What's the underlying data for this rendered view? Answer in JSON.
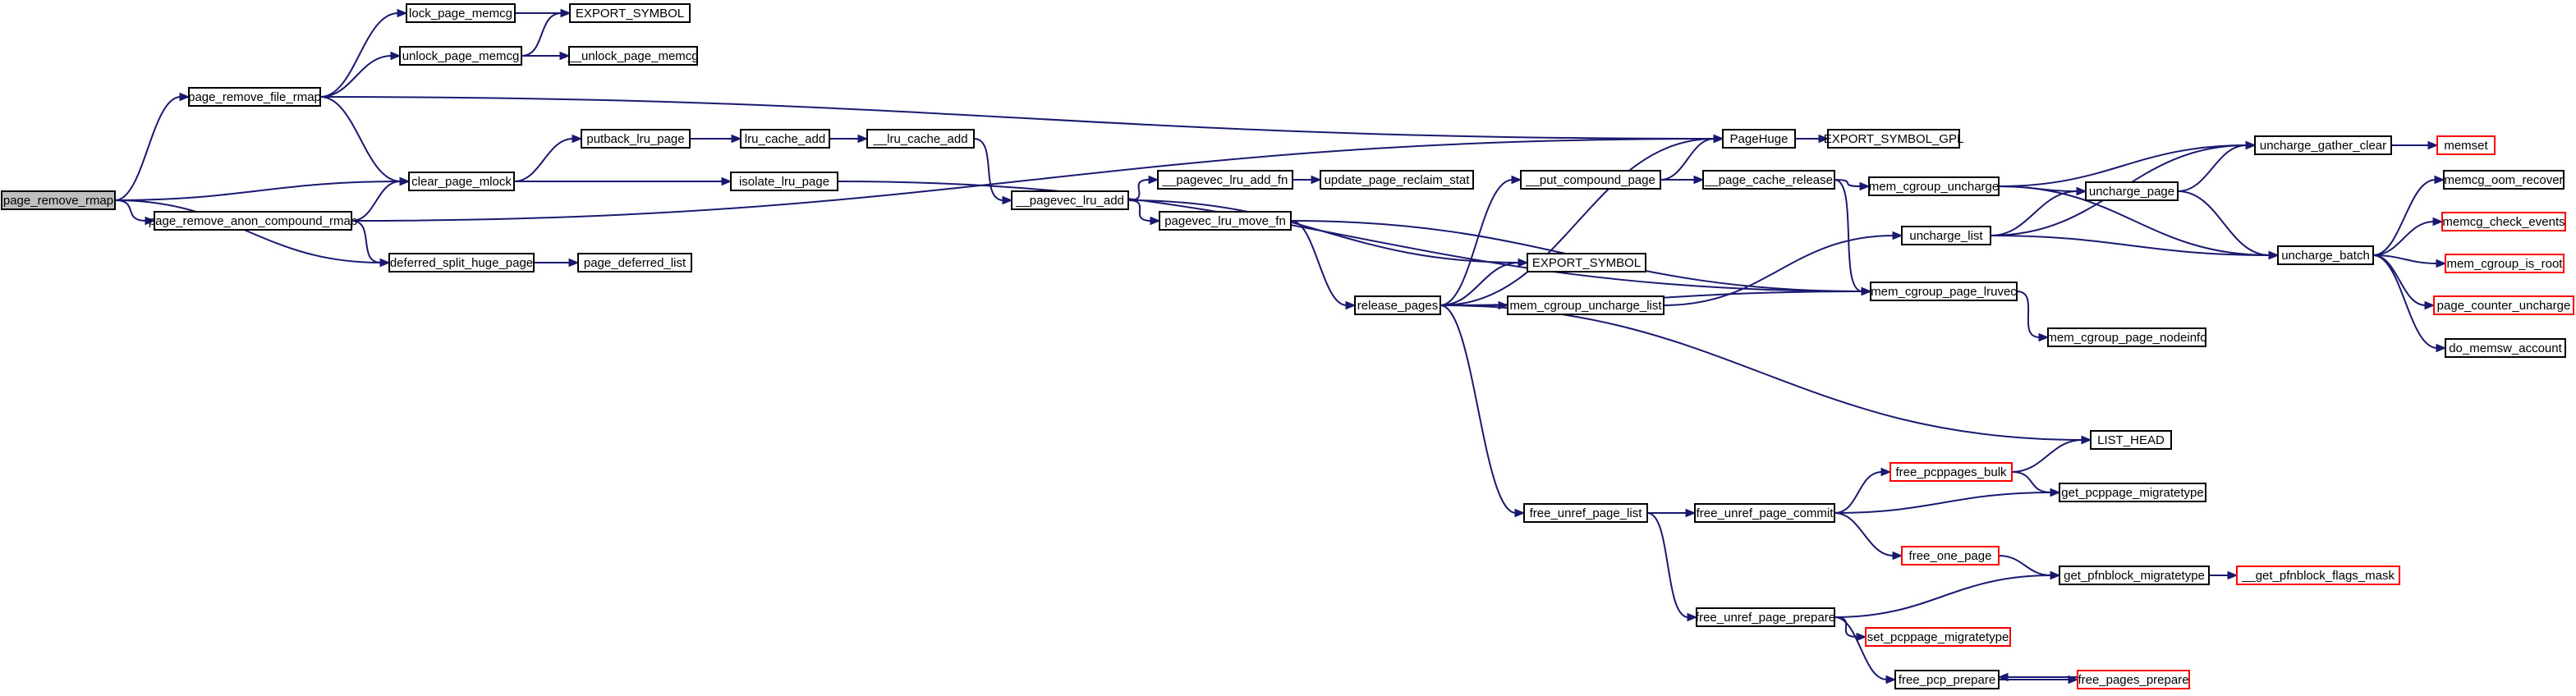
{
  "colors": {
    "edge": "#191970",
    "node_border": "#000000",
    "node_border_truncated": "#ff0000",
    "node_fill": "#ffffff",
    "root_fill": "#bfbfbf",
    "text": "#000000"
  },
  "nodes": [
    {
      "id": "page_remove_rmap",
      "label": "page_remove_rmap",
      "kind": "root"
    },
    {
      "id": "page_remove_file_rmap",
      "label": "page_remove_file_rmap",
      "kind": "normal"
    },
    {
      "id": "page_remove_anon_compound_rmap",
      "label": "page_remove_anon_compound_rmap",
      "kind": "normal"
    },
    {
      "id": "lock_page_memcg",
      "label": "lock_page_memcg",
      "kind": "normal"
    },
    {
      "id": "unlock_page_memcg",
      "label": "unlock_page_memcg",
      "kind": "normal"
    },
    {
      "id": "clear_page_mlock",
      "label": "clear_page_mlock",
      "kind": "normal"
    },
    {
      "id": "deferred_split_huge_page",
      "label": "deferred_split_huge_page",
      "kind": "normal"
    },
    {
      "id": "EXPORT_SYMBOL_top",
      "label": "EXPORT_SYMBOL",
      "kind": "normal"
    },
    {
      "id": "__unlock_page_memcg",
      "label": "__unlock_page_memcg",
      "kind": "normal"
    },
    {
      "id": "putback_lru_page",
      "label": "putback_lru_page",
      "kind": "normal"
    },
    {
      "id": "isolate_lru_page",
      "label": "isolate_lru_page",
      "kind": "normal"
    },
    {
      "id": "page_deferred_list",
      "label": "page_deferred_list",
      "kind": "normal"
    },
    {
      "id": "lru_cache_add",
      "label": "lru_cache_add",
      "kind": "normal"
    },
    {
      "id": "__lru_cache_add",
      "label": "__lru_cache_add",
      "kind": "normal"
    },
    {
      "id": "__pagevec_lru_add",
      "label": "__pagevec_lru_add",
      "kind": "normal"
    },
    {
      "id": "__pagevec_lru_add_fn",
      "label": "__pagevec_lru_add_fn",
      "kind": "normal"
    },
    {
      "id": "pagevec_lru_move_fn",
      "label": "pagevec_lru_move_fn",
      "kind": "normal"
    },
    {
      "id": "update_page_reclaim_stat",
      "label": "update_page_reclaim_stat",
      "kind": "normal"
    },
    {
      "id": "release_pages",
      "label": "release_pages",
      "kind": "normal"
    },
    {
      "id": "__put_compound_page",
      "label": "__put_compound_page",
      "kind": "normal"
    },
    {
      "id": "EXPORT_SYMBOL_mid",
      "label": "EXPORT_SYMBOL",
      "kind": "normal"
    },
    {
      "id": "mem_cgroup_uncharge_list",
      "label": "mem_cgroup_uncharge_list",
      "kind": "normal"
    },
    {
      "id": "free_unref_page_list",
      "label": "free_unref_page_list",
      "kind": "normal"
    },
    {
      "id": "PageHuge",
      "label": "PageHuge",
      "kind": "normal"
    },
    {
      "id": "__page_cache_release",
      "label": "__page_cache_release",
      "kind": "normal"
    },
    {
      "id": "EXPORT_SYMBOL_GPL",
      "label": "EXPORT_SYMBOL_GPL",
      "kind": "normal"
    },
    {
      "id": "mem_cgroup_uncharge",
      "label": "mem_cgroup_uncharge",
      "kind": "normal"
    },
    {
      "id": "uncharge_list",
      "label": "uncharge_list",
      "kind": "normal"
    },
    {
      "id": "mem_cgroup_page_lruvec",
      "label": "mem_cgroup_page_lruvec",
      "kind": "normal"
    },
    {
      "id": "mem_cgroup_page_nodeinfo",
      "label": "mem_cgroup_page_nodeinfo",
      "kind": "normal"
    },
    {
      "id": "LIST_HEAD",
      "label": "LIST_HEAD",
      "kind": "normal"
    },
    {
      "id": "free_unref_page_commit",
      "label": "free_unref_page_commit",
      "kind": "normal"
    },
    {
      "id": "free_unref_page_prepare",
      "label": "free_unref_page_prepare",
      "kind": "normal"
    },
    {
      "id": "free_pcppages_bulk",
      "label": "free_pcppages_bulk",
      "kind": "truncated"
    },
    {
      "id": "get_pcppage_migratetype",
      "label": "get_pcppage_migratetype",
      "kind": "normal"
    },
    {
      "id": "free_one_page",
      "label": "free_one_page",
      "kind": "truncated"
    },
    {
      "id": "get_pfnblock_migratetype",
      "label": "get_pfnblock_migratetype",
      "kind": "normal"
    },
    {
      "id": "__get_pfnblock_flags_mask",
      "label": "__get_pfnblock_flags_mask",
      "kind": "truncated"
    },
    {
      "id": "set_pcppage_migratetype",
      "label": "set_pcppage_migratetype",
      "kind": "truncated"
    },
    {
      "id": "free_pcp_prepare",
      "label": "free_pcp_prepare",
      "kind": "normal"
    },
    {
      "id": "free_pages_prepare",
      "label": "free_pages_prepare",
      "kind": "truncated"
    },
    {
      "id": "uncharge_page",
      "label": "uncharge_page",
      "kind": "normal"
    },
    {
      "id": "uncharge_gather_clear",
      "label": "uncharge_gather_clear",
      "kind": "normal"
    },
    {
      "id": "uncharge_batch",
      "label": "uncharge_batch",
      "kind": "normal"
    },
    {
      "id": "memset",
      "label": "memset",
      "kind": "truncated"
    },
    {
      "id": "memcg_oom_recover",
      "label": "memcg_oom_recover",
      "kind": "normal"
    },
    {
      "id": "memcg_check_events",
      "label": "memcg_check_events",
      "kind": "truncated"
    },
    {
      "id": "mem_cgroup_is_root",
      "label": "mem_cgroup_is_root",
      "kind": "truncated"
    },
    {
      "id": "page_counter_uncharge",
      "label": "page_counter_uncharge",
      "kind": "truncated"
    },
    {
      "id": "do_memsw_account",
      "label": "do_memsw_account",
      "kind": "normal"
    }
  ],
  "edges": [
    {
      "from": "page_remove_rmap",
      "to": "page_remove_file_rmap"
    },
    {
      "from": "page_remove_rmap",
      "to": "clear_page_mlock"
    },
    {
      "from": "page_remove_rmap",
      "to": "page_remove_anon_compound_rmap"
    },
    {
      "from": "page_remove_rmap",
      "to": "deferred_split_huge_page"
    },
    {
      "from": "page_remove_file_rmap",
      "to": "lock_page_memcg"
    },
    {
      "from": "page_remove_file_rmap",
      "to": "unlock_page_memcg"
    },
    {
      "from": "page_remove_file_rmap",
      "to": "clear_page_mlock"
    },
    {
      "from": "page_remove_file_rmap",
      "to": "PageHuge"
    },
    {
      "from": "lock_page_memcg",
      "to": "EXPORT_SYMBOL_top"
    },
    {
      "from": "unlock_page_memcg",
      "to": "EXPORT_SYMBOL_top"
    },
    {
      "from": "unlock_page_memcg",
      "to": "__unlock_page_memcg"
    },
    {
      "from": "page_remove_anon_compound_rmap",
      "to": "clear_page_mlock"
    },
    {
      "from": "page_remove_anon_compound_rmap",
      "to": "deferred_split_huge_page"
    },
    {
      "from": "page_remove_anon_compound_rmap",
      "to": "PageHuge"
    },
    {
      "from": "clear_page_mlock",
      "to": "putback_lru_page"
    },
    {
      "from": "clear_page_mlock",
      "to": "isolate_lru_page"
    },
    {
      "from": "deferred_split_huge_page",
      "to": "page_deferred_list"
    },
    {
      "from": "putback_lru_page",
      "to": "lru_cache_add"
    },
    {
      "from": "lru_cache_add",
      "to": "__lru_cache_add"
    },
    {
      "from": "__lru_cache_add",
      "to": "__pagevec_lru_add"
    },
    {
      "from": "isolate_lru_page",
      "to": "mem_cgroup_page_lruvec"
    },
    {
      "from": "__pagevec_lru_add",
      "to": "__pagevec_lru_add_fn"
    },
    {
      "from": "__pagevec_lru_add",
      "to": "pagevec_lru_move_fn"
    },
    {
      "from": "__pagevec_lru_add",
      "to": "EXPORT_SYMBOL_mid"
    },
    {
      "from": "__pagevec_lru_add_fn",
      "to": "update_page_reclaim_stat"
    },
    {
      "from": "pagevec_lru_move_fn",
      "to": "release_pages"
    },
    {
      "from": "pagevec_lru_move_fn",
      "to": "mem_cgroup_page_lruvec"
    },
    {
      "from": "release_pages",
      "to": "__put_compound_page"
    },
    {
      "from": "release_pages",
      "to": "PageHuge"
    },
    {
      "from": "release_pages",
      "to": "EXPORT_SYMBOL_mid"
    },
    {
      "from": "release_pages",
      "to": "mem_cgroup_uncharge_list"
    },
    {
      "from": "release_pages",
      "to": "mem_cgroup_page_lruvec"
    },
    {
      "from": "release_pages",
      "to": "LIST_HEAD"
    },
    {
      "from": "release_pages",
      "to": "free_unref_page_list"
    },
    {
      "from": "__put_compound_page",
      "to": "PageHuge"
    },
    {
      "from": "__put_compound_page",
      "to": "__page_cache_release"
    },
    {
      "from": "PageHuge",
      "to": "EXPORT_SYMBOL_GPL"
    },
    {
      "from": "__page_cache_release",
      "to": "mem_cgroup_uncharge"
    },
    {
      "from": "__page_cache_release",
      "to": "mem_cgroup_page_lruvec"
    },
    {
      "from": "mem_cgroup_uncharge_list",
      "to": "uncharge_list"
    },
    {
      "from": "mem_cgroup_uncharge",
      "to": "uncharge_gather_clear"
    },
    {
      "from": "mem_cgroup_uncharge",
      "to": "uncharge_page"
    },
    {
      "from": "mem_cgroup_uncharge",
      "to": "uncharge_batch"
    },
    {
      "from": "uncharge_list",
      "to": "uncharge_gather_clear"
    },
    {
      "from": "uncharge_list",
      "to": "uncharge_page"
    },
    {
      "from": "uncharge_list",
      "to": "uncharge_batch"
    },
    {
      "from": "uncharge_page",
      "to": "uncharge_gather_clear"
    },
    {
      "from": "uncharge_page",
      "to": "uncharge_batch"
    },
    {
      "from": "uncharge_gather_clear",
      "to": "memset"
    },
    {
      "from": "uncharge_batch",
      "to": "memcg_oom_recover"
    },
    {
      "from": "uncharge_batch",
      "to": "memcg_check_events"
    },
    {
      "from": "uncharge_batch",
      "to": "mem_cgroup_is_root"
    },
    {
      "from": "uncharge_batch",
      "to": "page_counter_uncharge"
    },
    {
      "from": "uncharge_batch",
      "to": "do_memsw_account"
    },
    {
      "from": "mem_cgroup_page_lruvec",
      "to": "mem_cgroup_page_nodeinfo"
    },
    {
      "from": "free_unref_page_list",
      "to": "free_unref_page_commit"
    },
    {
      "from": "free_unref_page_list",
      "to": "free_unref_page_prepare"
    },
    {
      "from": "free_unref_page_commit",
      "to": "free_pcppages_bulk"
    },
    {
      "from": "free_unref_page_commit",
      "to": "get_pcppage_migratetype"
    },
    {
      "from": "free_unref_page_commit",
      "to": "free_one_page"
    },
    {
      "from": "free_pcppages_bulk",
      "to": "LIST_HEAD"
    },
    {
      "from": "free_pcppages_bulk",
      "to": "get_pcppage_migratetype"
    },
    {
      "from": "free_one_page",
      "to": "get_pfnblock_migratetype"
    },
    {
      "from": "free_unref_page_prepare",
      "to": "get_pfnblock_migratetype"
    },
    {
      "from": "free_unref_page_prepare",
      "to": "set_pcppage_migratetype"
    },
    {
      "from": "free_unref_page_prepare",
      "to": "free_pcp_prepare"
    },
    {
      "from": "get_pfnblock_migratetype",
      "to": "__get_pfnblock_flags_mask"
    },
    {
      "from": "free_pcp_prepare",
      "to": "free_pages_prepare"
    },
    {
      "from": "free_pages_prepare",
      "to": "free_pcp_prepare"
    }
  ]
}
